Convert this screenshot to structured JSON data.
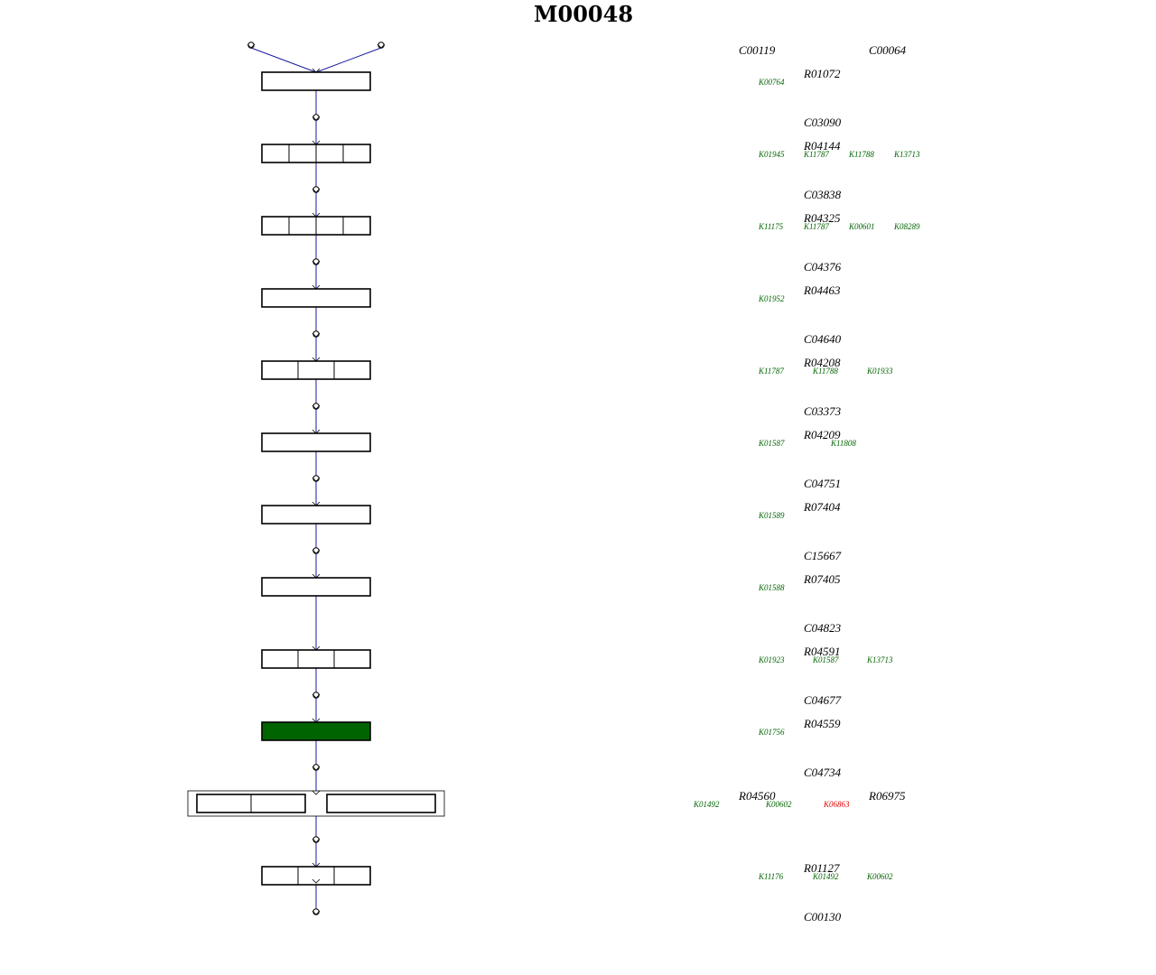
{
  "title": "M00048",
  "colors": {
    "edge": "#1a1aa0",
    "box_filled": "#006400",
    "ko_present": "#006400",
    "ko_absent": "#e00000"
  },
  "compounds": [
    "C00119",
    "C00064",
    "C03090",
    "C03838",
    "C04376",
    "C04640",
    "C03373",
    "C04751",
    "C15667",
    "C04823",
    "C04677",
    "C04734",
    "C00130"
  ],
  "steps": [
    {
      "reaction": "R01072",
      "segments": 1,
      "filled": false,
      "kos": [
        {
          "id": "K00764",
          "status": "present"
        }
      ]
    },
    {
      "reaction": "R04144",
      "segments": 4,
      "filled": false,
      "kos": [
        {
          "id": "K01945",
          "status": "present"
        },
        {
          "id": "K11787",
          "status": "present"
        },
        {
          "id": "K11788",
          "status": "present"
        },
        {
          "id": "K13713",
          "status": "present"
        }
      ]
    },
    {
      "reaction": "R04325",
      "segments": 4,
      "filled": false,
      "kos": [
        {
          "id": "K11175",
          "status": "present"
        },
        {
          "id": "K11787",
          "status": "present"
        },
        {
          "id": "K00601",
          "status": "present"
        },
        {
          "id": "K08289",
          "status": "present"
        }
      ]
    },
    {
      "reaction": "R04463",
      "segments": 1,
      "filled": false,
      "kos": [
        {
          "id": "K01952",
          "status": "present"
        }
      ]
    },
    {
      "reaction": "R04208",
      "segments": 3,
      "filled": false,
      "kos": [
        {
          "id": "K11787",
          "status": "present"
        },
        {
          "id": "K11788",
          "status": "present"
        },
        {
          "id": "K01933",
          "status": "present"
        }
      ]
    },
    {
      "reaction": "R04209",
      "segments": 1,
      "filled": false,
      "kos": [
        {
          "id": "K01587",
          "status": "present"
        },
        {
          "id": "K11808",
          "status": "present"
        }
      ]
    },
    {
      "reaction": "R07404",
      "segments": 1,
      "filled": false,
      "kos": [
        {
          "id": "K01589",
          "status": "present"
        }
      ]
    },
    {
      "reaction": "R07405",
      "segments": 1,
      "filled": false,
      "kos": [
        {
          "id": "K01588",
          "status": "present"
        }
      ]
    },
    {
      "reaction": "R04591",
      "segments": 3,
      "filled": false,
      "kos": [
        {
          "id": "K01923",
          "status": "present"
        },
        {
          "id": "K01587",
          "status": "present"
        },
        {
          "id": "K13713",
          "status": "present"
        }
      ]
    },
    {
      "reaction": "R04559",
      "segments": 1,
      "filled": true,
      "kos": [
        {
          "id": "K01756",
          "status": "present"
        }
      ]
    },
    {
      "reaction": "R04560",
      "reaction_alt": "R06975",
      "segments": 2,
      "split": true,
      "filled": false,
      "kos": [
        {
          "id": "K01492",
          "status": "present"
        },
        {
          "id": "K00602",
          "status": "present"
        },
        {
          "id": "K06863",
          "status": "absent"
        }
      ]
    },
    {
      "reaction": "R01127",
      "segments": 3,
      "filled": false,
      "kos": [
        {
          "id": "K11176",
          "status": "present"
        },
        {
          "id": "K01492",
          "status": "present"
        },
        {
          "id": "K00602",
          "status": "present"
        }
      ]
    }
  ]
}
